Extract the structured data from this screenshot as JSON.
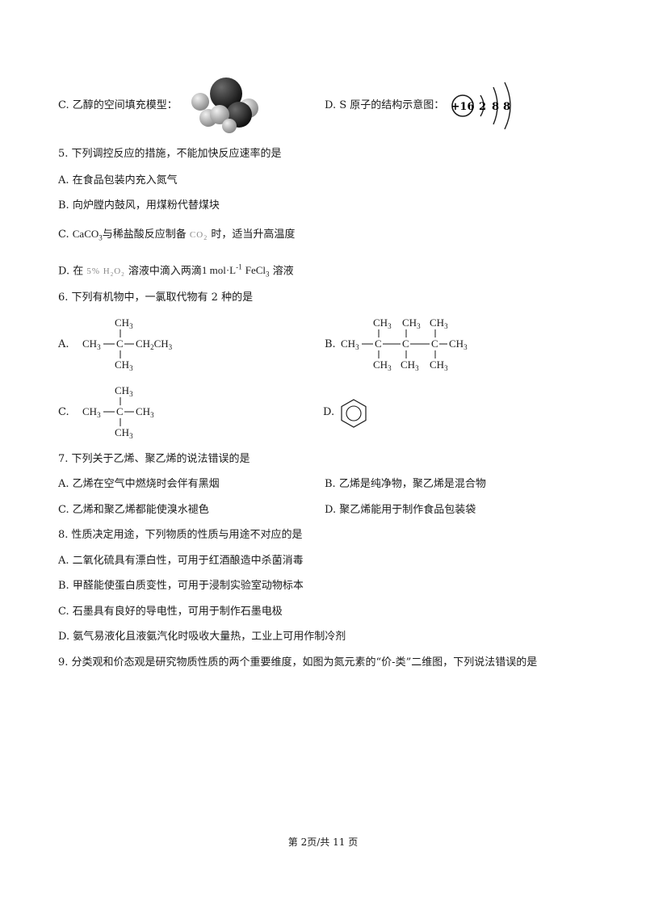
{
  "q4": {
    "optC_label": "C. 乙醇的空间填充模型：",
    "optD_label": "D. S 原子的结构示意图：",
    "sulfur_nucleus": "+16",
    "sulfur_shells": [
      "2",
      "8",
      "8"
    ]
  },
  "q5": {
    "stem": "5. 下列调控反应的措施，不能加快反应速率的是",
    "optA": "A. 在食品包装内充入氮气",
    "optB": "B. 向炉膛内鼓风，用煤粉代替煤块",
    "optC_prefix": "C.",
    "optC_formula1": "CaCO",
    "optC_formula1_sub": "3",
    "optC_mid": "与稀盐酸反应制备",
    "optC_formula2": "CO",
    "optC_formula2_sub": "2",
    "optC_suffix": "时，适当升高温度",
    "optD_prefix": "D. 在",
    "optD_h2o2": "5% H",
    "optD_h2o2_sub1": "2",
    "optD_h2o2_o": "O",
    "optD_h2o2_sub2": "2",
    "optD_mid": "溶液中滴入两滴",
    "optD_conc": "1 mol·L",
    "optD_conc_sup": "-1",
    "optD_fecl": "FeCl",
    "optD_fecl_sub": "3",
    "optD_suffix": "溶液"
  },
  "q6": {
    "stem": "6. 下列有机物中，一氯取代物有 2 种的是",
    "optA_label": "A.",
    "optB_label": "B.",
    "optC_label": "C.",
    "optD_label": "D.",
    "ch3": "CH",
    "sub3": "3",
    "ch2ch3": "CH",
    "c": "C"
  },
  "q7": {
    "stem": "7. 下列关于乙烯、聚乙烯的说法错误的是",
    "optA": "A. 乙烯在空气中燃烧时会伴有黑烟",
    "optB": "B. 乙烯是纯净物，聚乙烯是混合物",
    "optC": "C. 乙烯和聚乙烯都能使溴水褪色",
    "optD": "D. 聚乙烯能用于制作食品包装袋"
  },
  "q8": {
    "stem": "8. 性质决定用途，下列物质的性质与用途不对应的是",
    "optA": "A. 二氧化硫具有漂白性，可用于红酒酿造中杀菌消毒",
    "optB": "B. 甲醛能使蛋白质变性，可用于浸制实验室动物标本",
    "optC": "C. 石墨具有良好的导电性，可用于制作石墨电极",
    "optD": "D. 氨气易液化且液氨汽化时吸收大量热，工业上可用作制冷剂"
  },
  "q9": {
    "stem": "9. 分类观和价态观是研究物质性质的两个重要维度，如图为氮元素的“价-类”二维图，下列说法错误的是"
  },
  "footer": {
    "page": "第 2页/共 11 页"
  },
  "colors": {
    "text": "#1a1a1a",
    "ball_dark": "#1e1e1e",
    "ball_light": "#bdbdbd"
  }
}
